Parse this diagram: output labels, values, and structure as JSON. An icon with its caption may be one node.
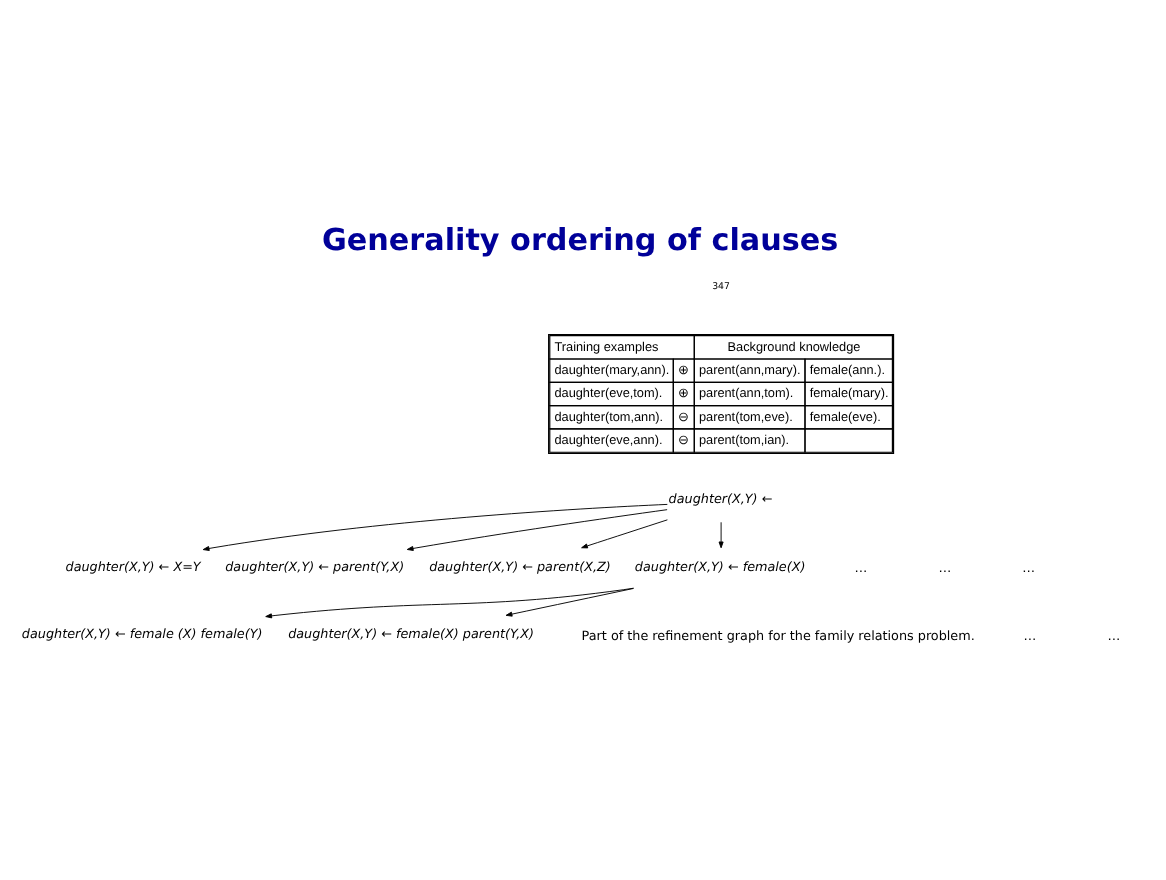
{
  "diagram": {
    "title": "Generality ordering of clauses",
    "nodes": [
      {
        "text": [
          "daughter(X,Y) ←"
        ]
      },
      {
        "text": [
          "daughter(X,Y) ← X=Y"
        ]
      },
      {
        "text": [
          "daughter(X,Y) ← parent(Y,X)"
        ]
      },
      {
        "text": [
          "daughter(X,Y) ← parent(X,Z)"
        ]
      },
      {
        "text": [
          "daughter(X,Y) ← female(X)"
        ]
      },
      {
        "text": [
          "daughter(X,Y) ← female (X) female(Y)"
        ]
      },
      {
        "text": [
          "daughter(X,Y) ← female(X) parent(Y,X)"
        ]
      }
    ],
    "edges": [
      {
        "from": 0,
        "to": 1,
        "arrow": "to"
      },
      {
        "from": 0,
        "to": 4,
        "arrow": "to"
      },
      {
        "from": 0,
        "to": 2,
        "arrow": "to"
      },
      {
        "from": 0,
        "to": 3,
        "arrow": "to"
      },
      {
        "from": 4,
        "to": 5,
        "arrow": "to"
      },
      {
        "from": 4,
        "to": 6,
        "arrow": "to"
      }
    ],
    "labels": [
      "347",
      "Training examples",
      "Background knowledge",
      "daughter(mary,ann).",
      "⊕",
      "parent(ann,mary).",
      "female(ann.).",
      "daughter(eve,tom).",
      "⊕",
      "parent(ann,tom).",
      "female(mary).",
      "daughter(tom,ann).",
      "⊖",
      "parent(tom,eve).",
      "female(eve).",
      "daughter(eve,ann).",
      "⊖",
      "parent(tom,ian).",
      "…",
      "…",
      "…",
      "…",
      "…",
      "Part of the refinement graph for the family relations problem."
    ]
  }
}
